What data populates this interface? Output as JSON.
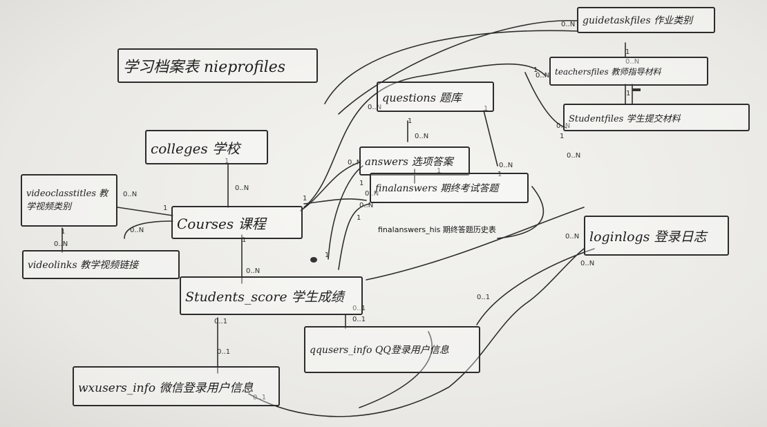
{
  "diagram": {
    "title": "学习档案表 nieprofiles",
    "entities": {
      "guidetaskfiles": "guidetaskfiles 作业类别",
      "teachersfiles": "teachersfiles 教师指导材料",
      "studentfiles": "Studentfiles 学生提交材料",
      "questions": "questions 题库",
      "colleges": "colleges 学校",
      "answers": "answers 选项答案",
      "finalanswers": "finalanswers 期终考试答题",
      "videoclasstitles": "videoclasstitles 教学视频类别",
      "courses": "Courses 课程",
      "videolinks": "videolinks 教学视频链接",
      "loginlogs": "loginlogs 登录日志",
      "students_score": "Students_score 学生成绩",
      "qqusers_info": "qqusers_info QQ登录用户信息",
      "wxusers_info": "wxusers_info 微信登录用户信息"
    },
    "printed_note": "finalanswers_his   期终答题历史表",
    "cardinalities": {
      "c01": "0..N",
      "c02": "1",
      "c03": "0..N",
      "c04": "1",
      "c05": "0..N",
      "c06": "1",
      "c07": "0..N",
      "c08": "1",
      "c09": "0..N",
      "c10": "0..N",
      "c11": "1",
      "c12": "1",
      "c13": "0..N",
      "c14": "1",
      "c15": "0..N",
      "c16": "1",
      "c17": "0..N",
      "c18": "0..N",
      "c19": "1",
      "c20": "0..N",
      "c21": "1",
      "c22": "0..N",
      "c23": "0..N",
      "c24": "1",
      "c25": "0..N",
      "c26": "1",
      "c27": "0..N",
      "c28": "1",
      "c29": "0..N",
      "c30": "0..N",
      "c31": "0..N",
      "c32": "0..1",
      "c33": "0..1",
      "c34": "0..1",
      "c35": "0..1",
      "c36": "0..1",
      "c37": "0..1",
      "c38": "1",
      "c39": "1",
      "c40": "1"
    }
  }
}
